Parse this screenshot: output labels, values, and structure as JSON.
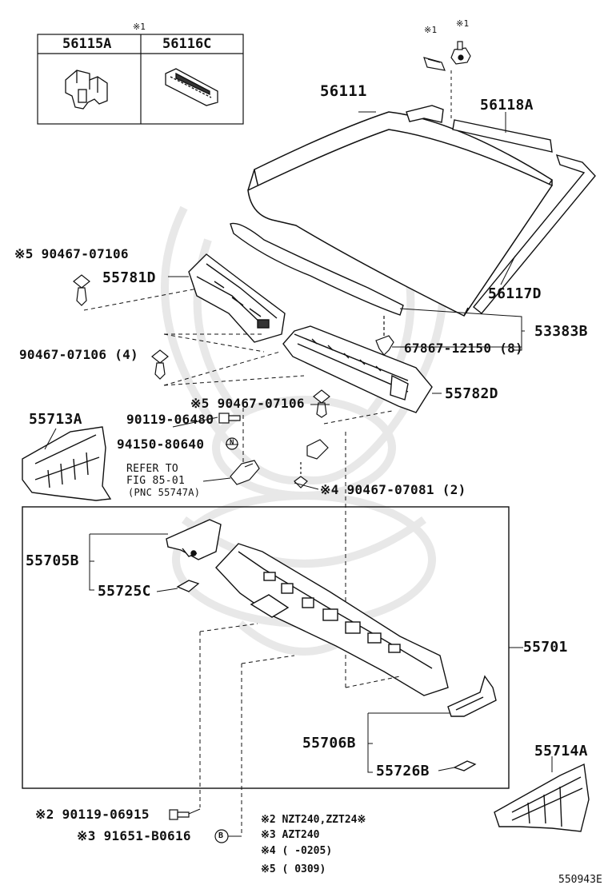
{
  "diagram": {
    "colors": {
      "line": "#111111",
      "watermark": "#e6e6e6",
      "background": "#ffffff"
    },
    "legend_box": {
      "mark": "※1",
      "col1": "56115A",
      "col2": "56116C"
    },
    "labels": {
      "p56111": "56111",
      "p56118A": "56118A",
      "p56117D": "56117D",
      "mark1a": "※1",
      "mark1b": "※1",
      "p90467_07106_top": "※5 90467-07106",
      "p55781D": "55781D",
      "p53383B": "53383B",
      "p67867": "67867-12150 (8)",
      "p90467_07106_4": "90467-07106 (4)",
      "p55782D": "55782D",
      "p90467_07106_mid": "※5 90467-07106",
      "p55713A": "55713A",
      "p90119_06480": "90119-06480",
      "p94150_80640": "94150-80640",
      "refer1": "REFER TO",
      "refer2": "FIG 85-01",
      "refer3": "(PNC 55747A)",
      "p90467_07081": "※4 90467-07081 (2)",
      "p55705B": "55705B",
      "p55725C": "55725C",
      "p55701": "55701",
      "p55706B": "55706B",
      "p55726B": "55726B",
      "p55714A": "55714A",
      "p90119_06915": "※2 90119-06915",
      "p91651": "※3 91651-B0616",
      "circleN": "N",
      "circleB": "B"
    },
    "notes": [
      "※2 NZT240,ZZT24※",
      "※3 AZT240",
      "※4 (        -0205)",
      "※5 (         0309)"
    ],
    "figure_code": "550943E"
  }
}
